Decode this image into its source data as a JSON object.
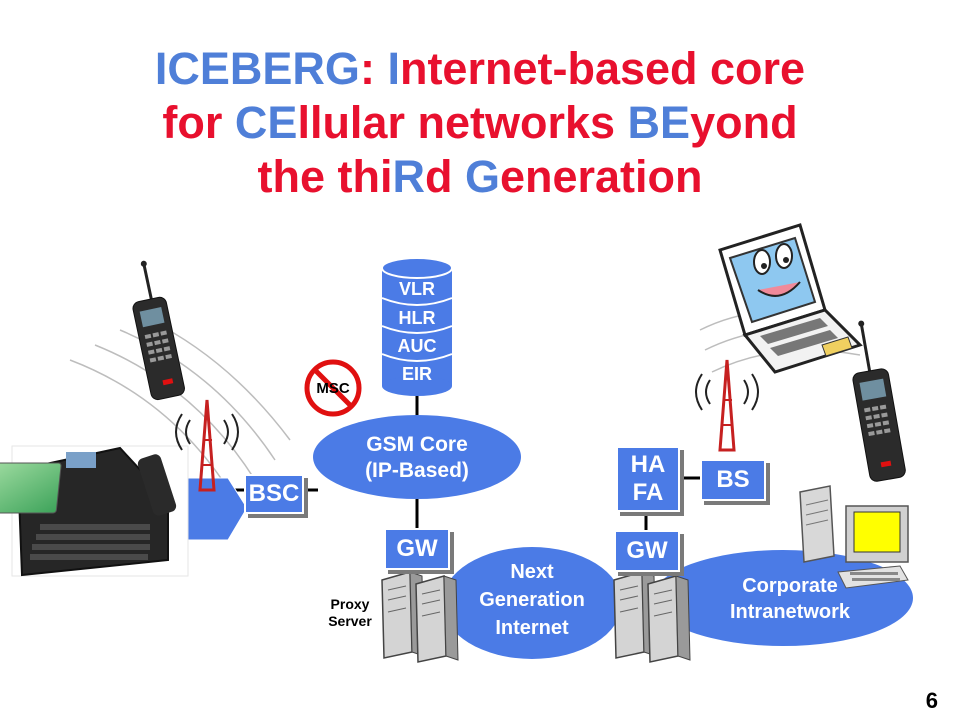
{
  "title": {
    "line1": [
      {
        "text": "ICEBERG",
        "hl": true
      },
      {
        "text": ": ",
        "hl": false
      },
      {
        "text": "I",
        "hl": true
      },
      {
        "text": "nternet-based core",
        "hl": false
      }
    ],
    "line2": [
      {
        "text": "for ",
        "hl": false
      },
      {
        "text": "CE",
        "hl": true
      },
      {
        "text": "llular networks ",
        "hl": false
      },
      {
        "text": "BE",
        "hl": true
      },
      {
        "text": "yond",
        "hl": false
      }
    ],
    "line3": [
      {
        "text": "the thi",
        "hl": false
      },
      {
        "text": "R",
        "hl": true
      },
      {
        "text": "d ",
        "hl": false
      },
      {
        "text": "G",
        "hl": true
      },
      {
        "text": "eneration",
        "hl": false
      }
    ]
  },
  "database": {
    "layers": [
      "VLR",
      "HLR",
      "AUC",
      "EIR"
    ]
  },
  "msc_label": "MSC",
  "gsm_core": {
    "line1": "GSM Core",
    "line2": "(IP-Based)"
  },
  "boxes": {
    "bsc": "BSC",
    "gw_left": "GW",
    "gw_right": "GW",
    "ha": "HA",
    "fa": "FA",
    "bs": "BS"
  },
  "next_gen": {
    "line1": "Next",
    "line2": "Generation",
    "line3": "Internet"
  },
  "corporate": {
    "line1": "Corporate",
    "line2": "Intranetwork"
  },
  "proxy": {
    "line1": "Proxy",
    "line2": "Server"
  },
  "page_number": "6",
  "colors": {
    "blue": "#4b7be6",
    "title_red": "#e8102e",
    "title_blue": "#4f7fd8",
    "no_sign_red": "#e01010"
  }
}
